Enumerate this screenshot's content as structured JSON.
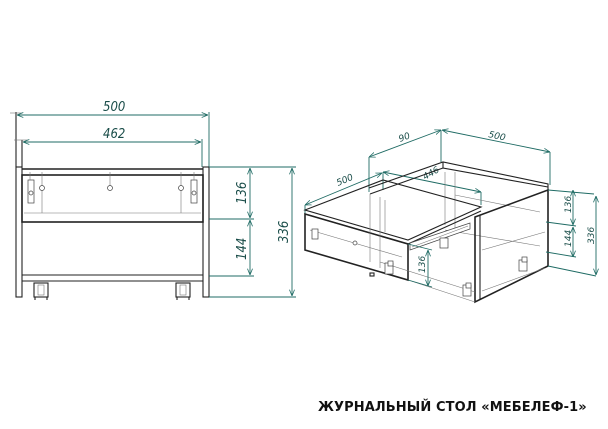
{
  "title": "ЖУРНАЛЬНЫЙ СТОЛ «МЕБЕЛЕФ-1»",
  "colors": {
    "dimension": "#1f6b64",
    "outline": "#222222",
    "background": "#ffffff"
  },
  "front_view": {
    "dims": {
      "overall_width": "500",
      "inner_width": "462",
      "drawer_height": "136",
      "lower_height": "144",
      "total_height": "336"
    }
  },
  "isometric_view": {
    "dims": {
      "depth_back": "90",
      "width_top": "500",
      "drawer_depth": "500",
      "drawer_inner": "446",
      "drawer_front_height": "136",
      "drawer_height": "136",
      "lower_height": "144",
      "total_height": "336"
    }
  }
}
